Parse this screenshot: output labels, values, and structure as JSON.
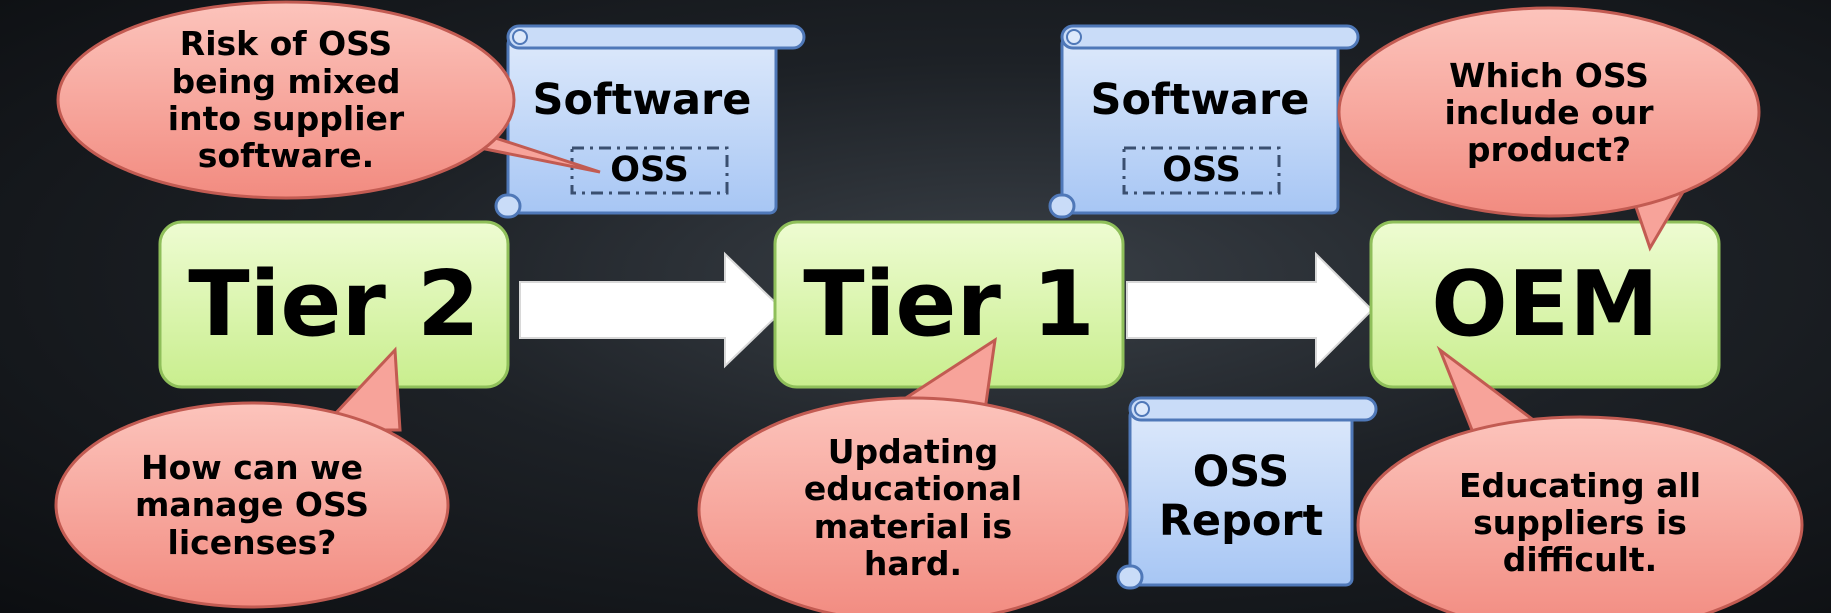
{
  "diagram": {
    "tiers": {
      "tier2": "Tier 2",
      "tier1": "Tier 1",
      "oem": "OEM"
    },
    "scrolls": {
      "left": {
        "title": "Software",
        "inner": "OSS"
      },
      "right": {
        "title": "Software",
        "inner": "OSS"
      },
      "report": {
        "text": "OSS\nReport"
      }
    },
    "bubbles": {
      "risk": "Risk of OSS\nbeing mixed\ninto supplier\nsoftware.",
      "licenses": "How can we\nmanage OSS\nlicenses?",
      "updating": "Updating\neducational\nmaterial is\nhard.",
      "which_oss": "Which OSS\ninclude our\nproduct?",
      "educating": "Educating all\nsuppliers is\ndifficult."
    },
    "colors": {
      "tier_fill": "#d9f5a8",
      "tier_stroke": "#8fbf5a",
      "bubble_fill": "#f7a39a",
      "bubble_stroke": "#c25b52",
      "scroll_fill": "#b9d3f7",
      "scroll_stroke": "#4f78b8",
      "arrow_fill": "#ffffff"
    }
  }
}
